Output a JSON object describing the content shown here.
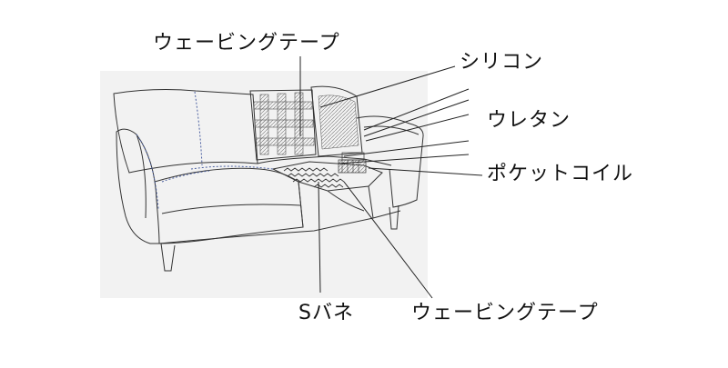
{
  "labels": {
    "webbing_tape_top": "ウェービングテープ",
    "silicone": "シリコン",
    "urethane": "ウレタン",
    "pocket_coil": "ポケットコイル",
    "s_spring": "Sバネ",
    "webbing_tape_bottom": "ウェービングテープ"
  },
  "colors": {
    "line": "#333333",
    "stitch": "#4a5fa0",
    "background_panel": "#f2f2f2",
    "text": "#111111"
  }
}
